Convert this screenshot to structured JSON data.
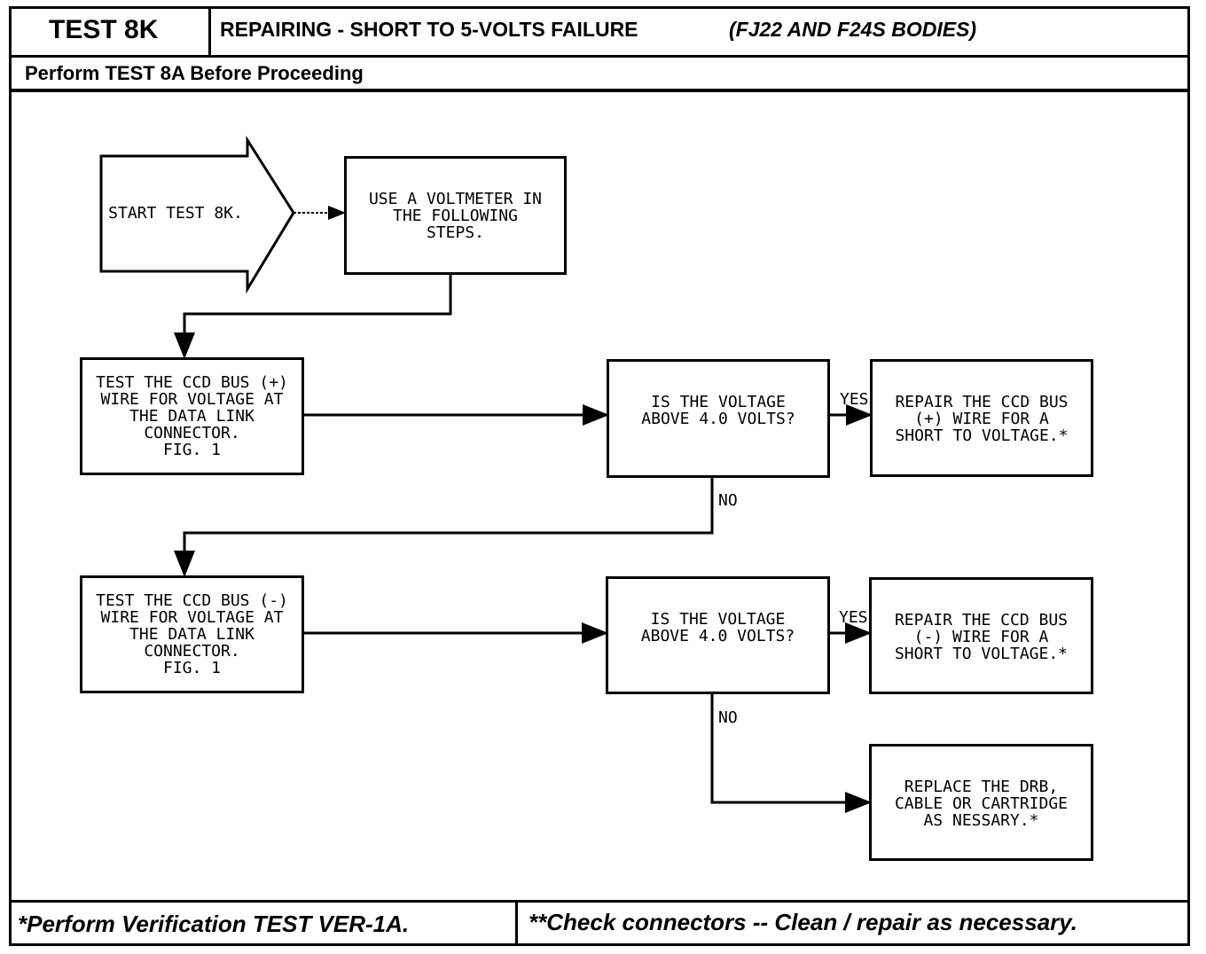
{
  "header": {
    "test_id": "TEST 8K",
    "title": "REPAIRING - SHORT TO 5-VOLTS FAILURE",
    "bodies": "(FJ22 AND F24S BODIES)",
    "prerequisite": "Perform TEST 8A Before Proceeding"
  },
  "flowchart": {
    "start": "START TEST 8K.",
    "use_voltmeter": "USE A VOLTMETER IN\nTHE FOLLOWING\nSTEPS.",
    "test_plus": "TEST THE CCD BUS (+)\nWIRE FOR VOLTAGE AT\nTHE DATA LINK\nCONNECTOR.\nFIG. 1",
    "question1": "IS THE VOLTAGE\nABOVE 4.0 VOLTS?",
    "repair_plus": "REPAIR THE CCD BUS\n(+) WIRE FOR A\nSHORT TO VOLTAGE.*",
    "test_minus": "TEST THE CCD BUS (-)\nWIRE FOR VOLTAGE AT\nTHE DATA LINK\nCONNECTOR.\nFIG. 1",
    "question2": "IS THE VOLTAGE\nABOVE 4.0 VOLTS?",
    "repair_minus": "REPAIR THE CCD BUS\n(-) WIRE FOR A\nSHORT TO VOLTAGE.*",
    "replace": "REPLACE THE DRB,\nCABLE OR CARTRIDGE\nAS NESSARY.*",
    "yes1": "YES",
    "no1": "NO",
    "yes2": "YES",
    "no2": "NO"
  },
  "footer": {
    "left_note": "*Perform Verification TEST VER-1A.",
    "right_note": "**Check connectors -- Clean / repair as necessary."
  }
}
